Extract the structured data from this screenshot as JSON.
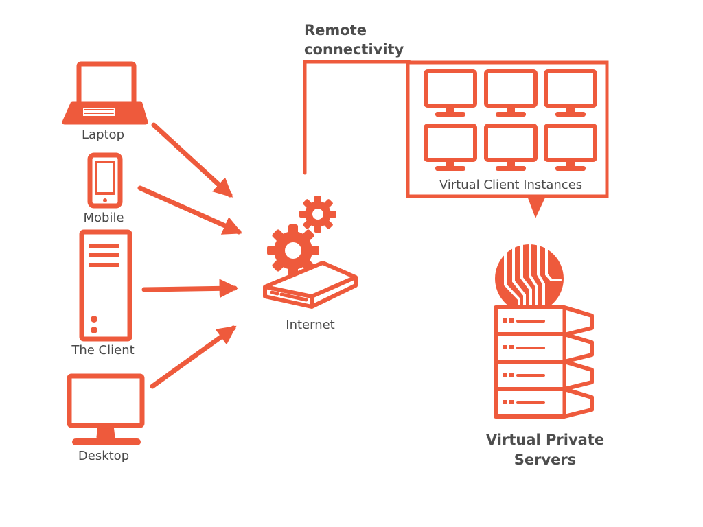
{
  "diagram": {
    "remote_connectivity": "Remote connectivity",
    "devices": {
      "laptop": "Laptop",
      "mobile": "Mobile",
      "client": "The Client",
      "desktop": "Desktop"
    },
    "internet": "Internet",
    "virtual_clients": "Virtual Client Instances",
    "vps_line1": "Virtual Private",
    "vps_line2": "Servers"
  },
  "colors": {
    "accent": "#ee5a3c",
    "text": "#4a4a4a"
  }
}
